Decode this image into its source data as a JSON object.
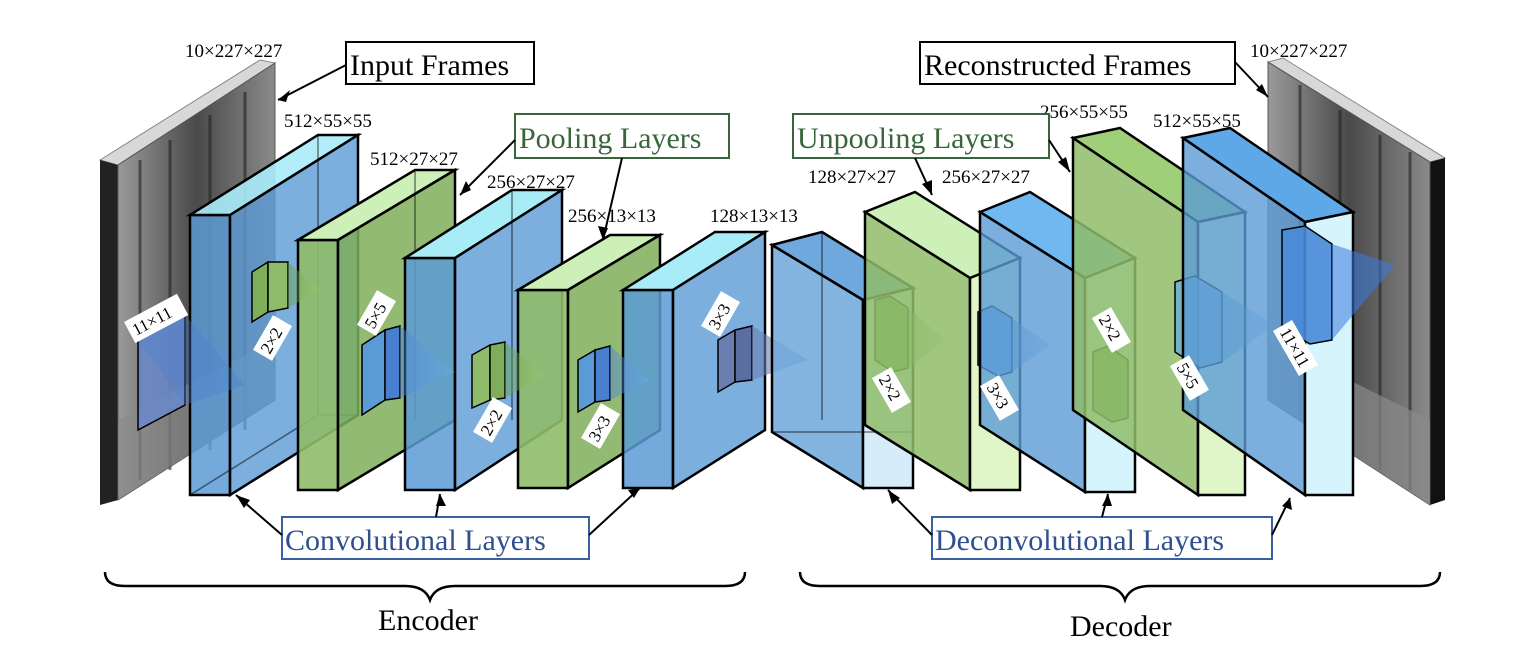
{
  "labels": {
    "input_frames": "Input Frames",
    "reconstructed_frames": "Reconstructed Frames",
    "pooling_layers": "Pooling Layers",
    "unpooling_layers": "Unpooling Layers",
    "convolutional_layers": "Convolutional Layers",
    "deconvolutional_layers": "Deconvolutional Layers",
    "encoder": "Encoder",
    "decoder": "Decoder"
  },
  "dimensions": {
    "input": "10×227×227",
    "conv1": "512×55×55",
    "pool1": "512×27×27",
    "conv2": "256×27×27",
    "pool2": "256×13×13",
    "conv3": "128×13×13",
    "unpool1": "128×27×27",
    "deconv1": "256×27×27",
    "unpool2": "256×55×55",
    "deconv2": "512×55×55",
    "output": "10×227×227"
  },
  "kernels": {
    "enc_11": "11×11",
    "enc_2a": "2×2",
    "enc_5": "5×5",
    "enc_2b": "2×2",
    "enc_3a": "3×3",
    "enc_3b": "3×3",
    "dec_2a": "2×2",
    "dec_3": "3×3",
    "dec_2b": "2×2",
    "dec_5": "5×5",
    "dec_11": "11×11"
  },
  "colors": {
    "conv_blue": "#5b9bd5",
    "conv_top": "#a8ecf8",
    "pool_green": "#8fbc6a",
    "pool_top": "#cdf0b8",
    "pool_label_border": "#38663a",
    "conv_label_border": "#3a5fa3",
    "pool_label_text": "#38663a",
    "conv_label_text": "#2f4f8f"
  }
}
